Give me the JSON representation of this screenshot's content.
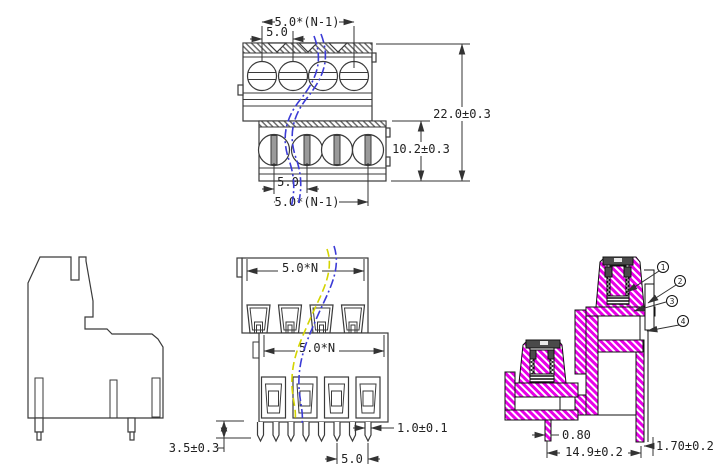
{
  "views": {
    "top_front": {
      "dim_pitch_span_top": "5.0*(N-1)",
      "dim_pitch_top": "5.0",
      "dim_total_height": "22.0±0.3",
      "dim_lower_height": "10.2±0.3",
      "dim_pitch_bottom": "5.0",
      "dim_pitch_span_bottom": "5.0*(N-1)"
    },
    "front_full": {
      "dim_width_upper": "5.0*N",
      "dim_width_lower": "5.0*N",
      "dim_pin_length": "3.5±0.3",
      "dim_pin_width": "1.0±0.1",
      "dim_pin_pitch": "5.0"
    },
    "section": {
      "callouts": [
        "1",
        "2",
        "3",
        "4"
      ],
      "dim_pin_thickness": "0.80",
      "dim_pin_span": "14.9±0.2",
      "dim_tail_width": "1.70±0.2"
    }
  },
  "colors": {
    "line": "#333333",
    "dimension_text": "#222222",
    "break_line_blue": "#3b3bd6",
    "break_line_yellow": "#d4d400",
    "section_hatch_magenta": "#e800e8",
    "screw_cap_gray": "#4a4a4a",
    "slot_gray": "#9a9a9a"
  }
}
